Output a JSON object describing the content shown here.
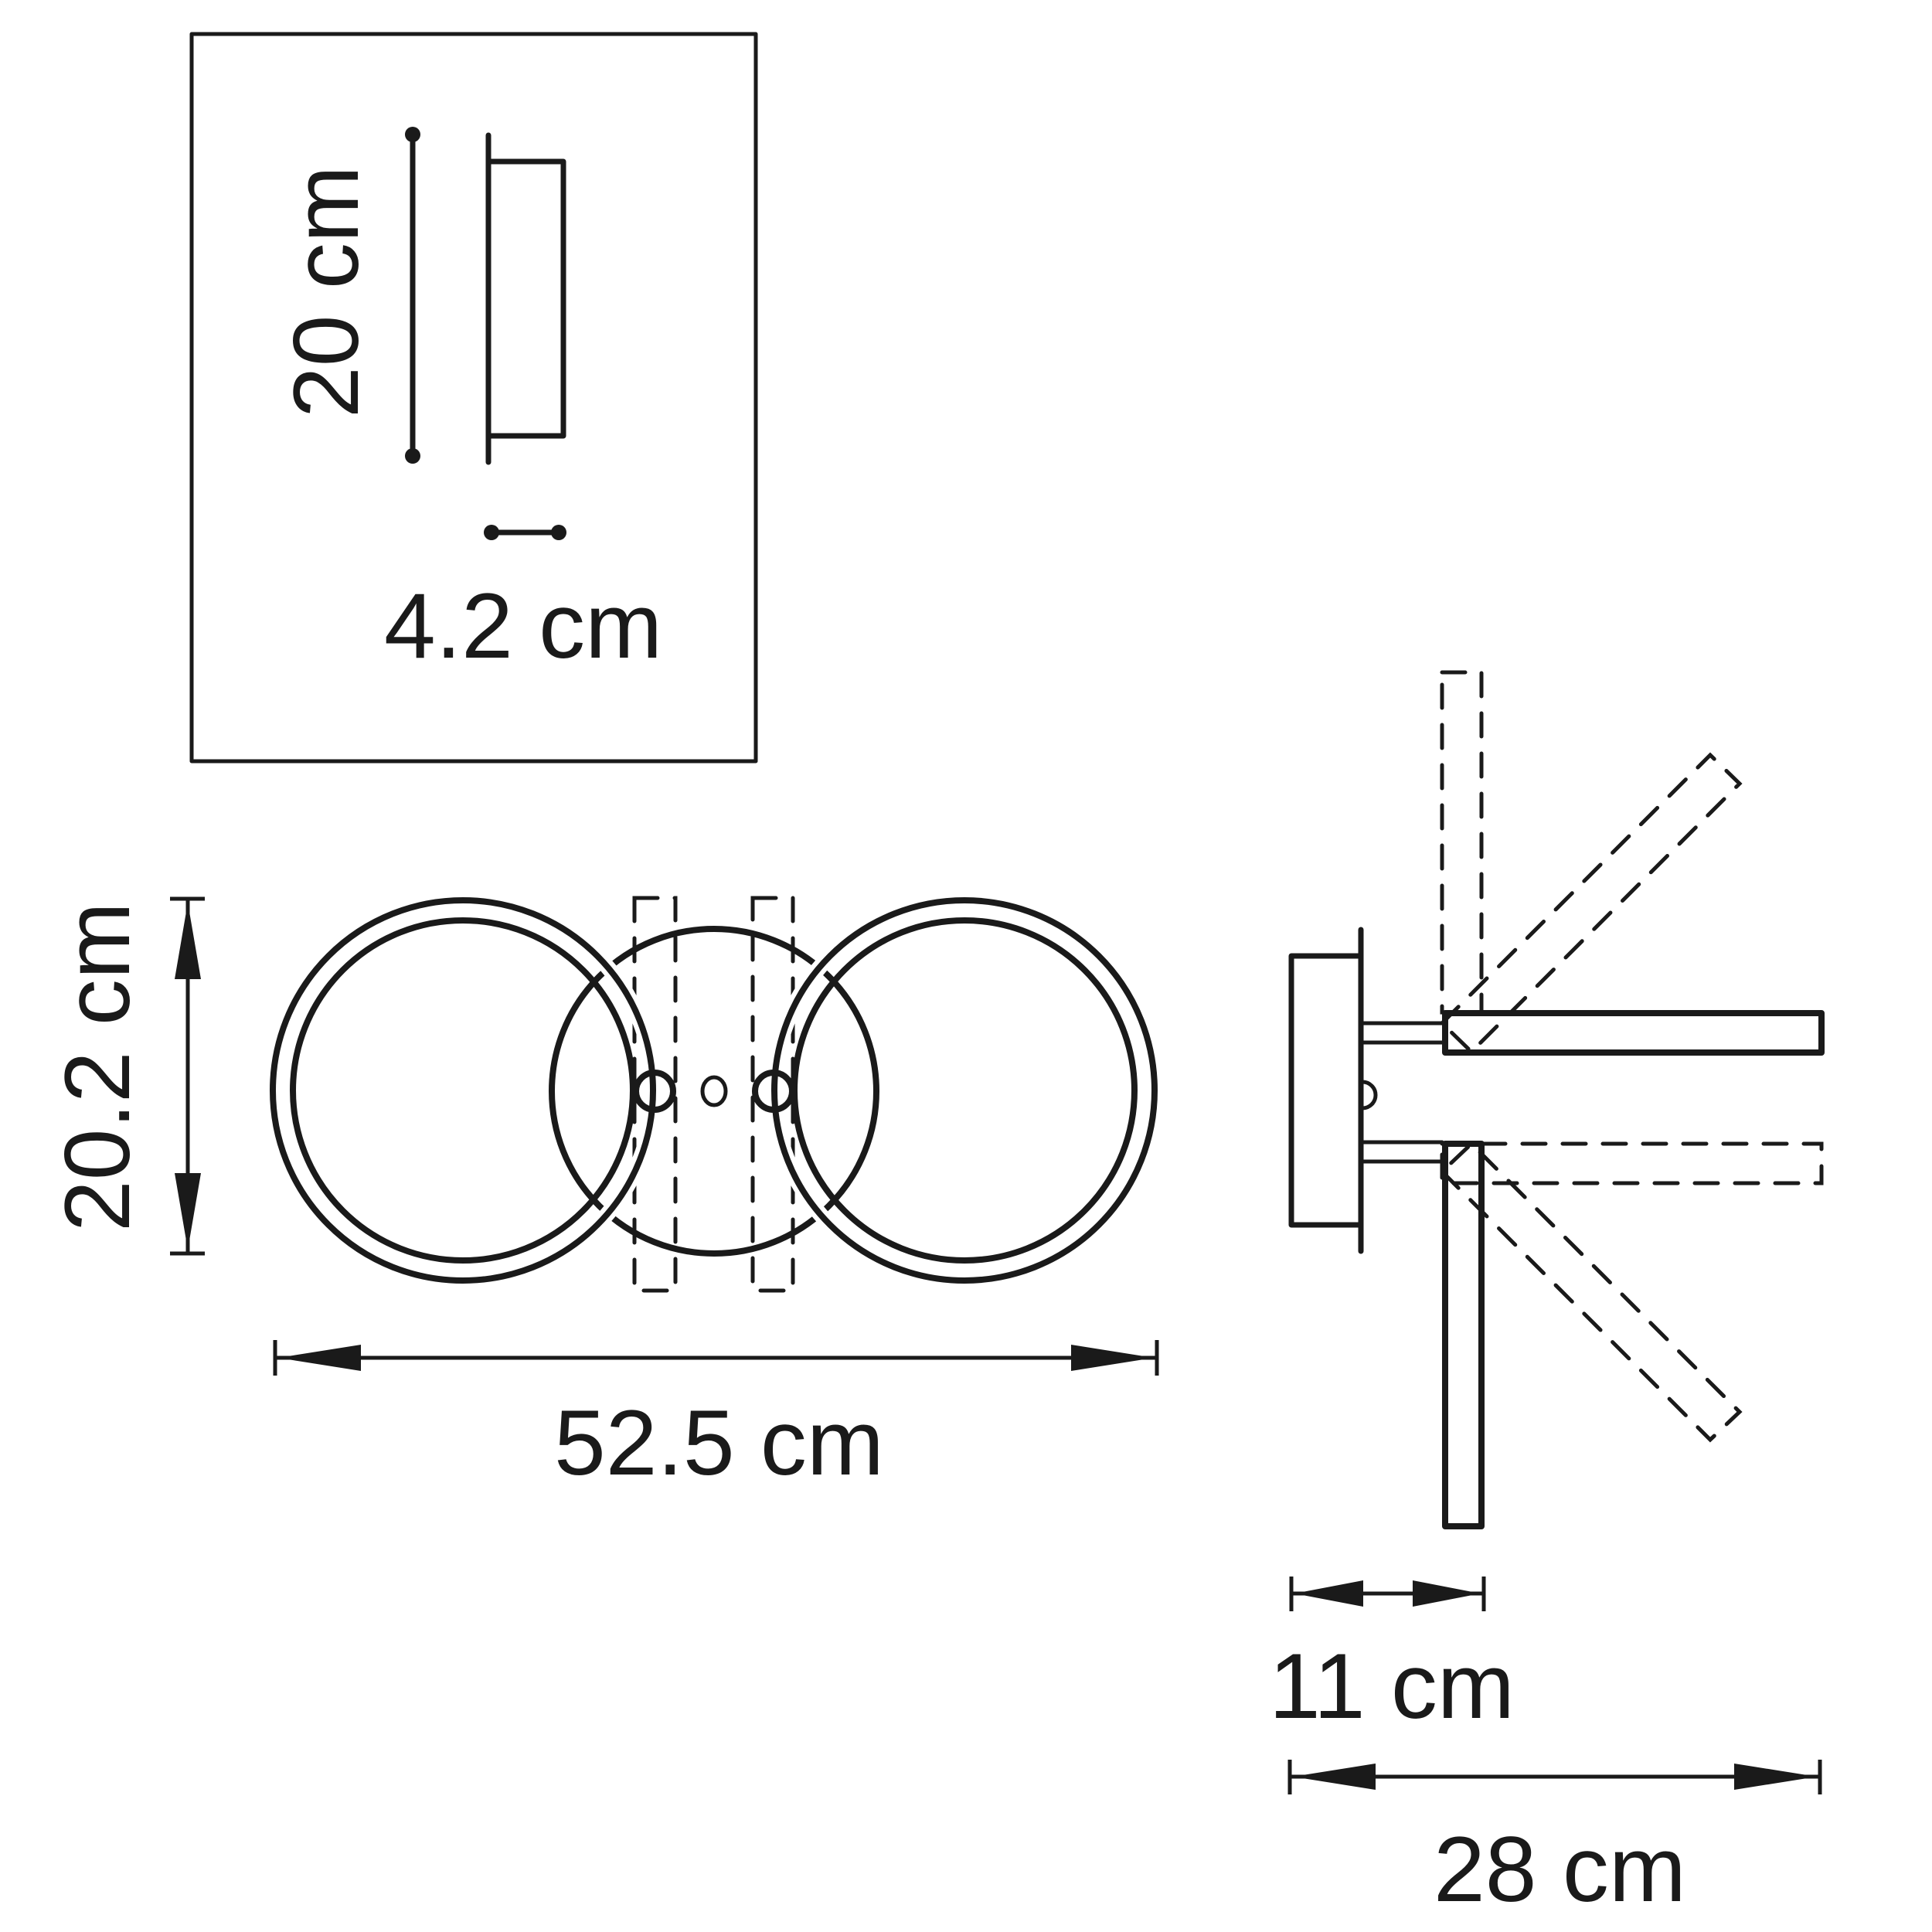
{
  "drawing": {
    "ink_color": "#1a1a1a",
    "background": "#ffffff"
  },
  "inset": {
    "height_label": "20 cm",
    "depth_label": "4.2 cm"
  },
  "front_view": {
    "height_label": "20.2 cm",
    "width_label": "52.5 cm"
  },
  "side_view": {
    "depth_label": "11 cm",
    "max_projection_label": "28 cm"
  }
}
